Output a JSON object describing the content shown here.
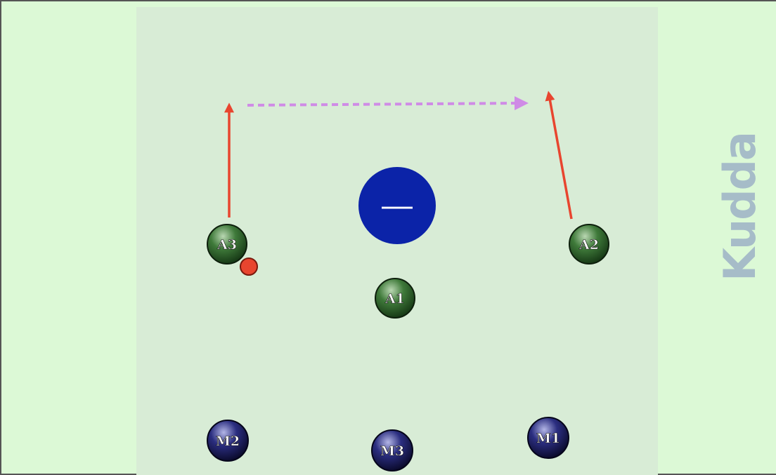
{
  "colors": {
    "outer_zone": "#dcf9d6",
    "field": "#d8ecd6",
    "goal": "#0b23a8",
    "attack_player": "#2e6a2b",
    "defense_player": "#1c1d5e",
    "movement_arrow": "#e8452f",
    "pass_arrow": "#cf8be6",
    "ball": "#e8452f",
    "logo": "#a6bcc8"
  },
  "goal": {
    "symbol": "—"
  },
  "players": [
    {
      "id": "A3",
      "label": "A3",
      "team": "attack"
    },
    {
      "id": "A2",
      "label": "A2",
      "team": "attack"
    },
    {
      "id": "A1",
      "label": "A1",
      "team": "attack"
    },
    {
      "id": "M2",
      "label": "M2",
      "team": "defense"
    },
    {
      "id": "M3",
      "label": "M3",
      "team": "defense"
    },
    {
      "id": "M1",
      "label": "M1",
      "team": "defense"
    }
  ],
  "arrows": [
    {
      "type": "movement",
      "from_player": "A3"
    },
    {
      "type": "movement",
      "from_player": "A2"
    },
    {
      "type": "pass",
      "style": "dashed"
    }
  ],
  "ball": {
    "holder": "A3"
  },
  "logo": {
    "text": "Kudda"
  }
}
